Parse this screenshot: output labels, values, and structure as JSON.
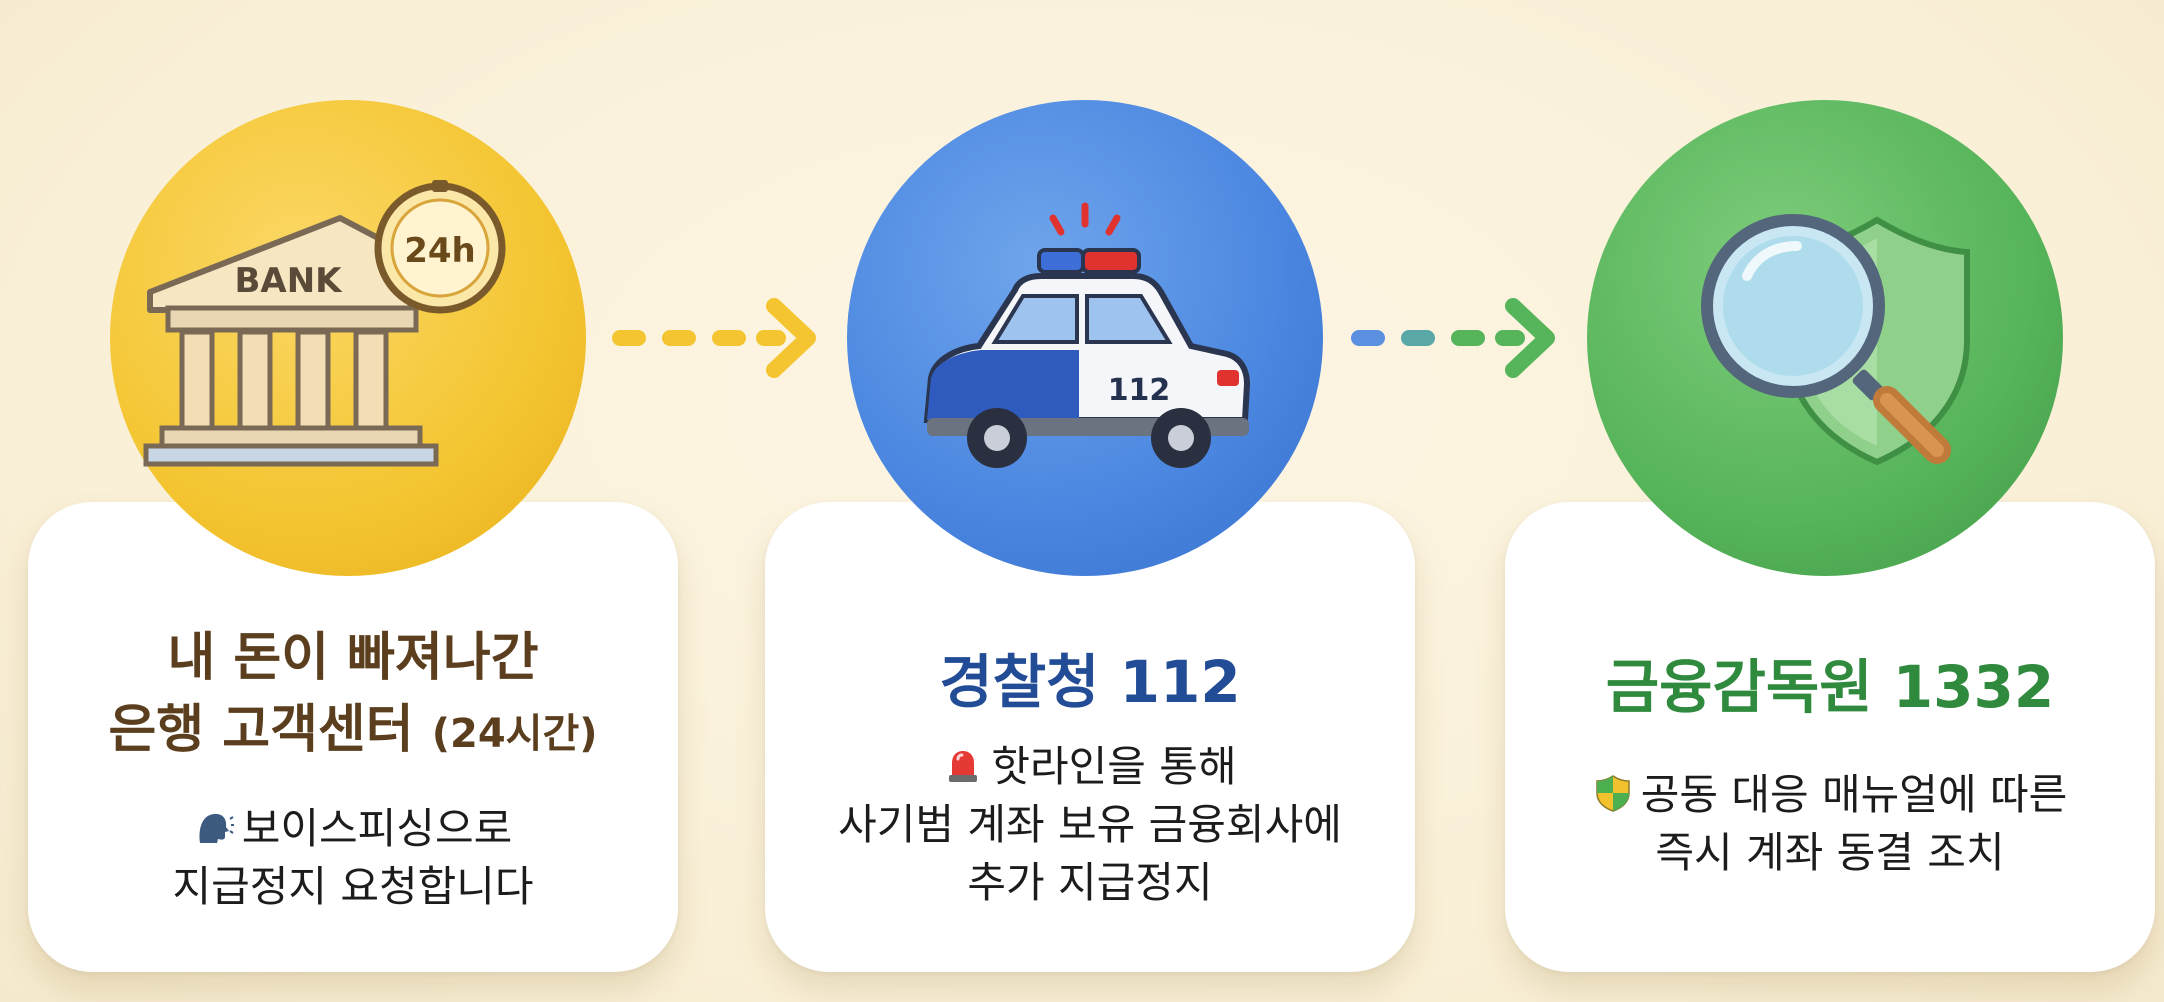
{
  "steps": [
    {
      "title_line1": "내 돈이 빠져나간",
      "title_line2": "은행 고객센터",
      "title_suffix": "(24시간)",
      "desc_line1": "보이스피싱으로",
      "desc_line2": "지급정지 요청합니다",
      "icon_label": "BANK",
      "clock_label": "24h",
      "accent": "#f4c531"
    },
    {
      "title": "경찰청 112",
      "desc_line1": "핫라인을 통해",
      "desc_line2": "사기범 계좌 보유 금융회사에",
      "desc_line3": "추가 지급정지",
      "car_number": "112",
      "accent": "#4a86e0"
    },
    {
      "title": "금융감독원 1332",
      "desc_line1": "공동 대응 매뉴얼에 따른",
      "desc_line2": "즉시 계좌 동결 조치",
      "accent": "#56b45a"
    }
  ],
  "icons": [
    "bank-icon",
    "clock-icon",
    "speaking-head-icon",
    "police-car-icon",
    "siren-icon",
    "magnifier-icon",
    "shield-icon",
    "arrow-right-icon"
  ]
}
